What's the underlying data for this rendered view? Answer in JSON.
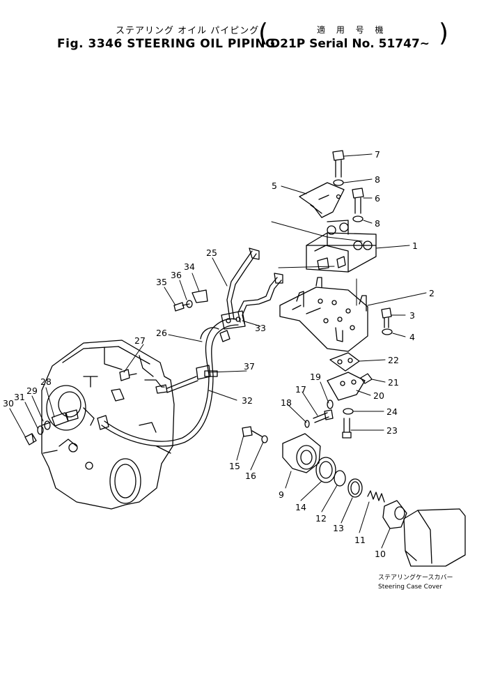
{
  "header": {
    "jp_title": "ステアリング オイル パイピング",
    "jp_applicability": "適 用 号 機",
    "en_title": "Fig. 3346 STEERING OIL  PIPING",
    "model_serial": "D21P  Serial No. 51747~",
    "paren_open": "(",
    "paren_close": ")"
  },
  "callouts": {
    "n1": "1",
    "n2": "2",
    "n3": "3",
    "n4": "4",
    "n5": "5",
    "n6": "6",
    "n7": "7",
    "n8a": "8",
    "n8b": "8",
    "n9": "9",
    "n10": "10",
    "n11": "11",
    "n12": "12",
    "n13": "13",
    "n14": "14",
    "n15": "15",
    "n16": "16",
    "n17": "17",
    "n18": "18",
    "n19": "19",
    "n20": "20",
    "n21": "21",
    "n22": "22",
    "n23": "23",
    "n24": "24",
    "n25": "25",
    "n26": "26",
    "n27": "27",
    "n28": "28",
    "n29": "29",
    "n30": "30",
    "n31": "31",
    "n32": "32",
    "n33": "33",
    "n34": "34",
    "n35": "35",
    "n36": "36",
    "n37": "37"
  },
  "case_cover": {
    "jp": "ステアリングケースカバー",
    "en": "Steering Case Cover"
  }
}
